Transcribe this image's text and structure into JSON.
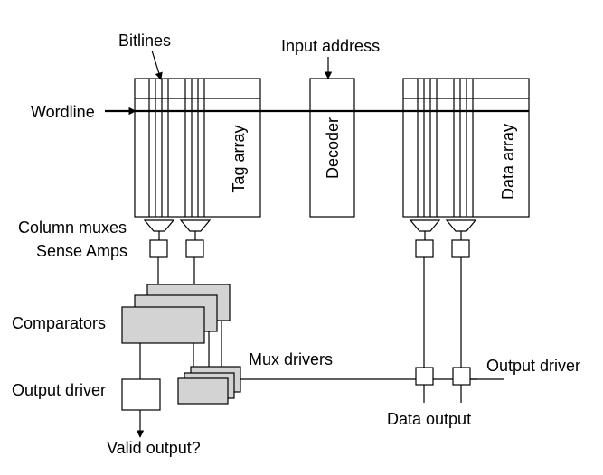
{
  "labels": {
    "bitlines": "Bitlines",
    "input_address": "Input address",
    "wordline": "Wordline",
    "tag_array": "Tag array",
    "decoder": "Decoder",
    "data_array": "Data array",
    "column_muxes": "Column muxes",
    "sense_amps": "Sense Amps",
    "comparators": "Comparators",
    "mux_drivers": "Mux drivers",
    "output_driver_left": "Output driver",
    "output_driver_right": "Output driver",
    "data_output": "Data output",
    "valid_output": "Valid output?"
  },
  "colors": {
    "stroke": "#000000",
    "box_fill": "#ffffff",
    "shaded_fill": "#d3d3d3"
  }
}
